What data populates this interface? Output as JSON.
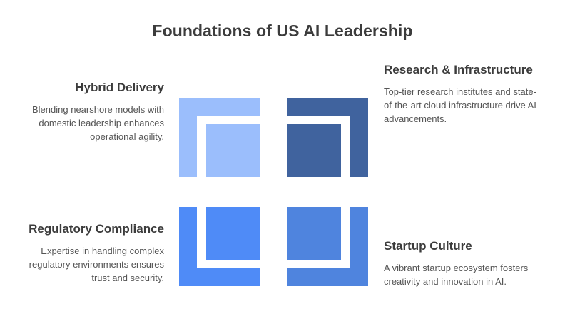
{
  "title": "Foundations of US AI Leadership",
  "colors": {
    "title_text": "#3c3c3c",
    "body_text": "#555555",
    "background": "#ffffff",
    "icon_top_left": "#9bbefc",
    "icon_top_right": "#40639e",
    "icon_bottom_left": "#4f8bf7",
    "icon_bottom_right": "#4f84de"
  },
  "quadrants": [
    {
      "id": "hybrid-delivery",
      "heading": "Hybrid Delivery",
      "body": "Blending nearshore models with domestic leadership enhances operational agility.",
      "icon_name": "bracket-square-top-left-icon",
      "icon_color": "#9bbefc",
      "position": "top-left"
    },
    {
      "id": "research-infrastructure",
      "heading": "Research & Infrastructure",
      "body": "Top-tier research institutes and state-of-the-art cloud infrastructure drive AI advancements.",
      "icon_name": "bracket-square-top-right-icon",
      "icon_color": "#40639e",
      "position": "top-right"
    },
    {
      "id": "regulatory-compliance",
      "heading": "Regulatory Compliance",
      "body": "Expertise in handling complex regulatory environments ensures trust and security.",
      "icon_name": "bracket-square-bottom-left-icon",
      "icon_color": "#4f8bf7",
      "position": "bottom-left"
    },
    {
      "id": "startup-culture",
      "heading": "Startup Culture",
      "body": "A vibrant startup ecosystem fosters creativity and innovation in AI.",
      "icon_name": "bracket-square-bottom-right-icon",
      "icon_color": "#4f84de",
      "position": "bottom-right"
    }
  ]
}
